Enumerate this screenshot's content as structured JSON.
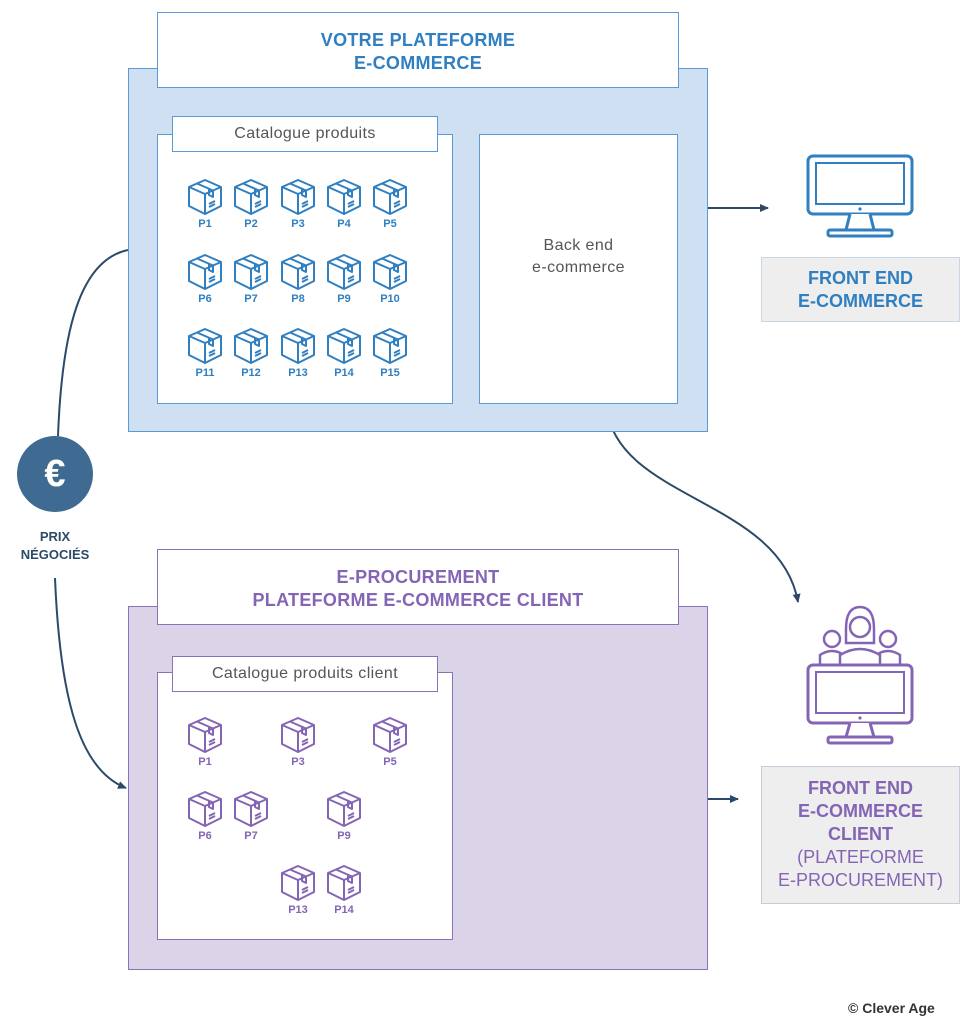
{
  "platform": {
    "title_line1": "VOTRE PLATEFORME",
    "title_line2": "E-COMMERCE",
    "catalogue_label": "Catalogue produits",
    "backend_line1": "Back end",
    "backend_line2": "e-commerce",
    "products": [
      "P1",
      "P2",
      "P3",
      "P4",
      "P5",
      "P6",
      "P7",
      "P8",
      "P9",
      "P10",
      "P11",
      "P12",
      "P13",
      "P14",
      "P15"
    ]
  },
  "front_end": {
    "line1": "FRONT END",
    "line2": "E-COMMERCE"
  },
  "euro": {
    "symbol": "€",
    "label_line1": "PRIX",
    "label_line2": "NÉGOCIÉS"
  },
  "eproc": {
    "title_line1": "E-PROCUREMENT",
    "title_line2": "PLATEFORME E-COMMERCE CLIENT",
    "catalogue_label": "Catalogue produits client",
    "products": [
      "P1",
      "P3",
      "P5",
      "P6",
      "P7",
      "P9",
      "P13",
      "P14"
    ]
  },
  "front_end_client": {
    "line1": "FRONT END",
    "line2": "E-COMMERCE",
    "line3": "CLIENT",
    "line4": "(PLATEFORME",
    "line5": "E-PROCUREMENT)"
  },
  "copyright": "© Clever Age",
  "colors": {
    "blue": "#2f7fc1",
    "blue_fill": "#cfe0f2",
    "purple": "#8465b5",
    "purple_fill": "#dbd3e8",
    "arrow": "#2c4a68",
    "euro_bg": "#3f6a92"
  }
}
